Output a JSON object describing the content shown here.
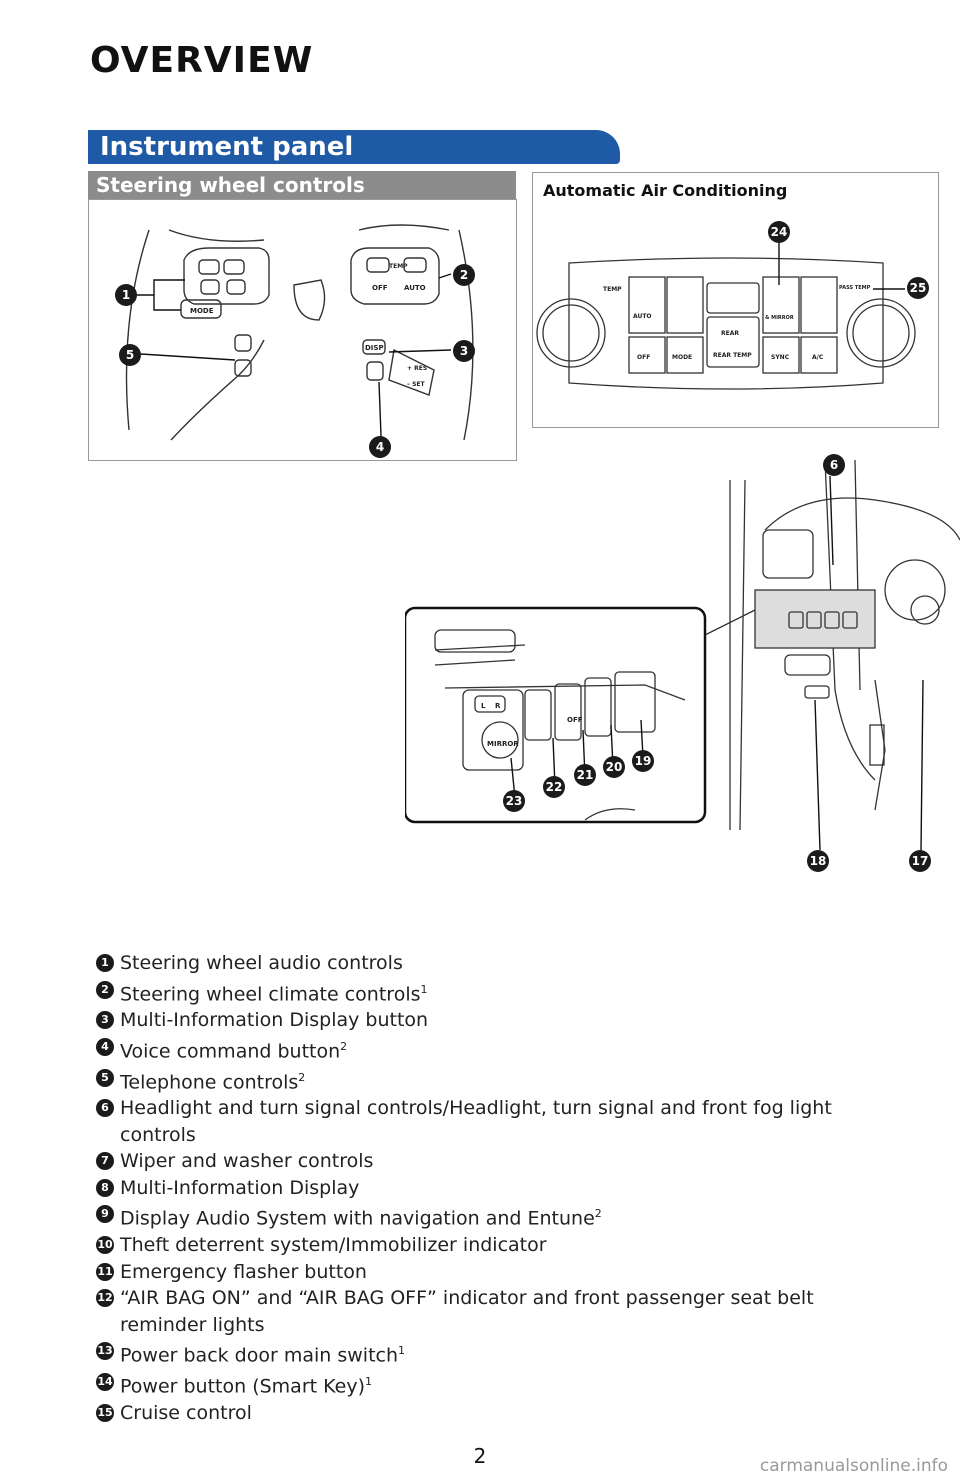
{
  "page": {
    "title": "OVERVIEW",
    "section": "Instrument panel",
    "subsection": "Steering wheel controls",
    "ac_caption": "Automatic Air Conditioning",
    "page_number": "2",
    "watermark": "carmanualsonline.info"
  },
  "steering_panel": {
    "labels": {
      "mode": "MODE",
      "temp": "TEMP",
      "off": "OFF",
      "auto": "AUTO",
      "disp": "DISP",
      "res": "+ RES",
      "set": "– SET"
    },
    "callouts": [
      "1",
      "2",
      "3",
      "4",
      "5"
    ]
  },
  "ac_panel": {
    "labels": {
      "temp": "TEMP",
      "auto": "AUTO",
      "off": "OFF",
      "mode": "MODE",
      "rear": "REAR",
      "rear_temp": "REAR TEMP",
      "mirror": "& MIRROR",
      "sync": "SYNC",
      "ac": "A/C",
      "pass_temp": "PASS TEMP"
    },
    "callouts": [
      "24",
      "25"
    ]
  },
  "dash_illustration": {
    "labels": {
      "mirror": "MIRROR",
      "l": "L",
      "r": "R",
      "off": "OFF"
    },
    "callouts": [
      "6",
      "17",
      "18",
      "19",
      "20",
      "21",
      "22",
      "23"
    ]
  },
  "legend": [
    {
      "num": "1",
      "text": "Steering wheel audio controls",
      "sup": ""
    },
    {
      "num": "2",
      "text": "Steering wheel climate controls",
      "sup": "1"
    },
    {
      "num": "3",
      "text": "Multi-Information Display button",
      "sup": ""
    },
    {
      "num": "4",
      "text": "Voice command button",
      "sup": "2"
    },
    {
      "num": "5",
      "text": "Telephone controls",
      "sup": "2"
    },
    {
      "num": "6",
      "text": "Headlight and turn signal controls/Headlight, turn signal and front fog light controls",
      "sup": ""
    },
    {
      "num": "7",
      "text": "Wiper and washer controls",
      "sup": ""
    },
    {
      "num": "8",
      "text": "Multi-Information Display",
      "sup": ""
    },
    {
      "num": "9",
      "text": "Display Audio System with navigation and Entune",
      "sup": "2"
    },
    {
      "num": "10",
      "text": "Theft deterrent system/Immobilizer indicator",
      "sup": ""
    },
    {
      "num": "11",
      "text": "Emergency flasher button",
      "sup": ""
    },
    {
      "num": "12",
      "text": "“AIR BAG ON” and “AIR BAG OFF” indicator and front passenger seat belt reminder lights",
      "sup": ""
    },
    {
      "num": "13",
      "text": "Power back door main switch",
      "sup": "1"
    },
    {
      "num": "14",
      "text": "Power button (Smart Key)",
      "sup": "1"
    },
    {
      "num": "15",
      "text": "Cruise control",
      "sup": ""
    }
  ]
}
